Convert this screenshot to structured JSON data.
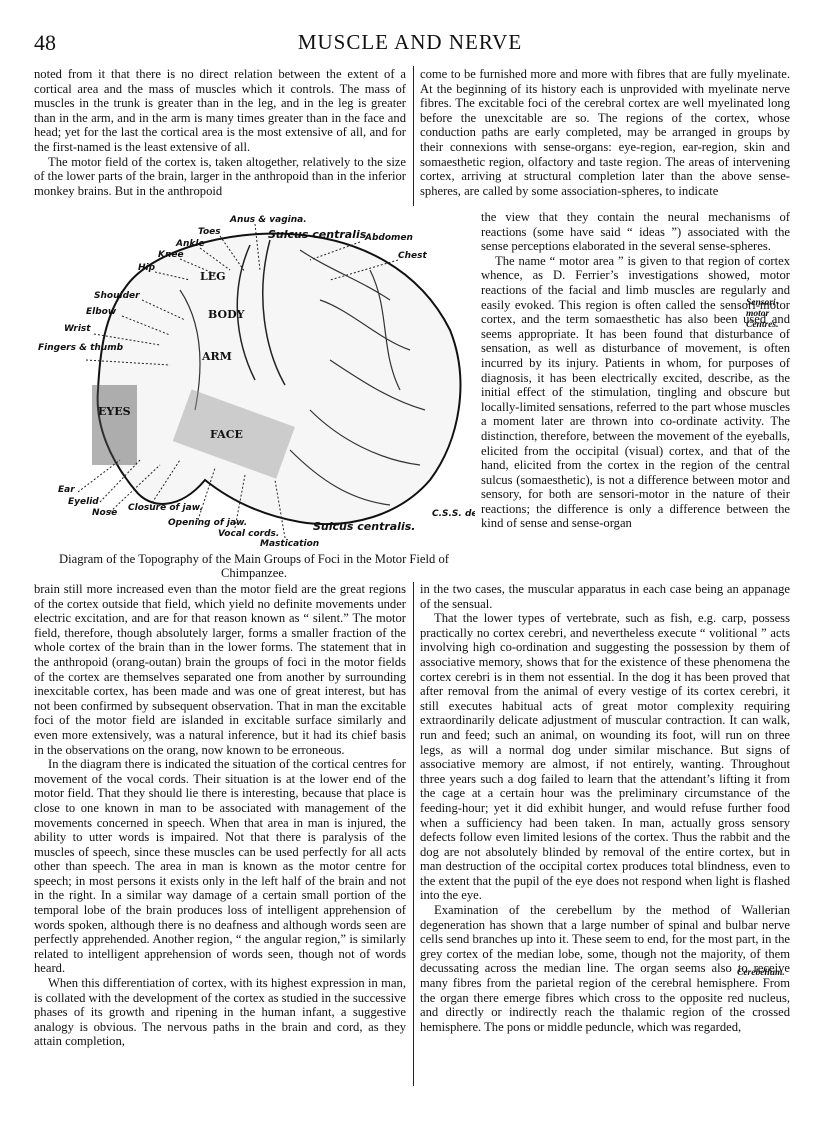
{
  "header": {
    "page_number": "48",
    "title": "MUSCLE AND NERVE"
  },
  "left_top": [
    "noted from it that there is no direct relation between the extent of a cortical area and the mass of muscles which it controls. The mass of muscles in the trunk is greater than in the leg, and in the leg is greater than in the arm, and in the arm is many times greater than in the face and head; yet for the last the cortical area is the most extensive of all, and for the first-named is the least extensive of all.",
    "The motor field of the cortex is, taken altogether, relatively to the size of the lower parts of the brain, larger in the anthropoid than in the inferior monkey brains. But in the anthropoid"
  ],
  "right_top": [
    "come to be furnished more and more with fibres that are fully myelinate. At the beginning of its history each is unprovided with myelinate nerve fibres. The excitable foci of the cerebral cortex are well myelinated long before the unexcitable are so. The regions of the cortex, whose conduction paths are early completed, may be arranged in groups by their connexions with sense-organs: eye-region, ear-region, skin and somaesthetic region, olfactory and taste region. The areas of intervening cortex, arriving at structural completion later than the above sense-spheres, are called by some association-spheres, to indicate"
  ],
  "right_beside_fig": [
    "the view that they contain the neural mechanisms of reactions (some have said “ ideas ”) associated with the sense perceptions elaborated in the several sense-spheres.",
    "The name “ motor area ” is given to that region of cortex whence, as D. Ferrier’s investigations showed, motor reactions of the facial and limb muscles are regularly and easily evoked. This region is often called the sensori-motor cortex, and the term somaesthetic has also been used and seems appropriate. It has been found that disturbance of sensation, as well as disturbance of movement, is often incurred by its injury. Patients in whom, for purposes of diagnosis, it has been electrically excited, describe, as the initial effect of the stimulation, tingling and obscure but locally-limited sensations, referred to the part whose muscles a moment later are thrown into co-ordinate activity. The distinction, therefore, between the movement of the eyeballs, elicited from the occipital (visual) cortex, and that of the hand, elicited from the cortex in the region of the central sulcus (somaesthetic), is not a difference between motor and sensory, for both are sensori-motor in the nature of their reactions; the difference is only a difference between the kind of sense and sense-organ"
  ],
  "margin_notes": {
    "sensori": "Sensori-motor Centres.",
    "cerebellum": "Cerebellum."
  },
  "figure": {
    "caption": "Diagram of the Topography of the Main Groups of Foci in the Motor Field of Chimpanzee.",
    "labels": {
      "anus": "Anus & vagina.",
      "toes": "Toes",
      "ankle": "Ankle",
      "knee": "Knee",
      "hip": "Hip",
      "sulcus_centralis_top": "Sulcus centralis",
      "abdomen": "Abdomen",
      "chest": "Chest",
      "shoulder": "Shoulder",
      "elbow": "Elbow",
      "wrist": "Wrist",
      "fingers": "Fingers & thumb",
      "ear": "Ear",
      "eyelid": "Eyelid",
      "nose": "Nose",
      "closure": "Closure of jaw.",
      "opening": "Opening of jaw.",
      "vocal": "Vocal cords.",
      "mastication": "Mastication",
      "sulcus_centralis_bottom": "Sulcus centralis.",
      "initials": "C.S.S. del",
      "leg": "LEG",
      "body": "BODY",
      "arm": "ARM",
      "eyes": "EYES",
      "face": "FACE"
    }
  },
  "left_bottom": [
    "brain still more increased even than the motor field are the great regions of the cortex outside that field, which yield no definite movements under electric excitation, and are for that reason known as “ silent.” The motor field, therefore, though absolutely larger, forms a smaller fraction of the whole cortex of the brain than in the lower forms. The statement that in the anthropoid (orang-outan) brain the groups of foci in the motor fields of the cortex are themselves separated one from another by surrounding inexcitable cortex, has been made and was one of great interest, but has not been confirmed by subsequent observation. That in man the excitable foci of the motor field are islanded in excitable surface similarly and even more extensively, was a natural inference, but it had its chief basis in the observations on the orang, now known to be erroneous.",
    "In the diagram there is indicated the situation of the cortical centres for movement of the vocal cords. Their situation is at the lower end of the motor field. That they should lie there is interesting, because that place is close to one known in man to be associated with management of the movements concerned in speech. When that area in man is injured, the ability to utter words is impaired. Not that there is paralysis of the muscles of speech, since these muscles can be used perfectly for all acts other than speech. The area in man is known as the motor centre for speech; in most persons it exists only in the left half of the brain and not in the right. In a similar way damage of a certain small portion of the temporal lobe of the brain produces loss of intelligent apprehension of words spoken, although there is no deafness and although words seen are perfectly apprehended. Another region, “ the angular region,” is similarly related to intelligent apprehension of words seen, though not of words heard.",
    "When this differentiation of cortex, with its highest expression in man, is collated with the development of the cortex as studied in the successive phases of its growth and ripening in the human infant, a suggestive analogy is obvious. The nervous paths in the brain and cord, as they attain completion,"
  ],
  "right_bottom": [
    "in the two cases, the muscular apparatus in each case being an appanage of the sensual.",
    "That the lower types of vertebrate, such as fish, e.g. carp, possess practically no cortex cerebri, and nevertheless execute “ volitional ” acts involving high co-ordination and suggesting the possession by them of associative memory, shows that for the existence of these phenomena the cortex cerebri is in them not essential. In the dog it has been proved that after removal from the animal of every vestige of its cortex cerebri, it still executes habitual acts of great motor complexity requiring extraordinarily delicate adjustment of muscular contraction. It can walk, run and feed; such an animal, on wounding its foot, will run on three legs, as will a normal dog under similar mischance. But signs of associative memory are almost, if not entirely, wanting. Throughout three years such a dog failed to learn that the attendant’s lifting it from the cage at a certain hour was the preliminary circumstance of the feeding-hour; yet it did exhibit hunger, and would refuse further food when a sufficiency had been taken. In man, actually gross sensory defects follow even limited lesions of the cortex. Thus the rabbit and the dog are not absolutely blinded by removal of the entire cortex, but in man destruction of the occipital cortex produces total blindness, even to the extent that the pupil of the eye does not respond when light is flashed into the eye.",
    "Examination of the cerebellum by the method of Wallerian degeneration has shown that a large number of spinal and bulbar nerve cells send branches up into it. These seem to end, for the most part, in the grey cortex of the median lobe, some, though not the majority, of them decussating across the median line. The organ seems also to receive many fibres from the parietal region of the cerebral hemisphere. From the organ there emerge fibres which cross to the opposite red nucleus, and directly or indirectly reach the thalamic region of the crossed hemisphere. The pons or middle peduncle, which was regarded,"
  ]
}
